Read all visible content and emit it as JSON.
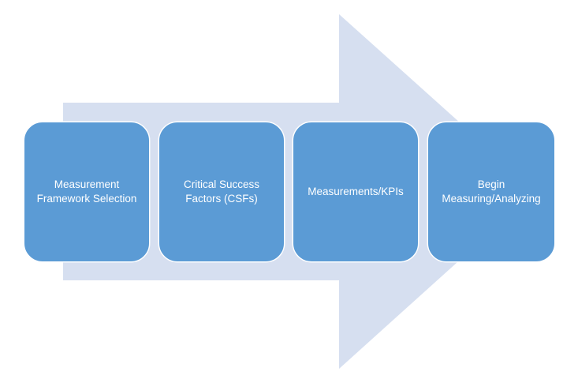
{
  "diagram": {
    "steps": [
      {
        "label": "Measurement\nFramework Selection"
      },
      {
        "label": "Critical Success\nFactors (CSFs)"
      },
      {
        "label": "Measurements/KPIs"
      },
      {
        "label": "Begin\nMeasuring/Analyzing"
      }
    ],
    "colors": {
      "arrow": "#d6dff0",
      "box": "#5b9bd5",
      "text": "#ffffff"
    }
  }
}
